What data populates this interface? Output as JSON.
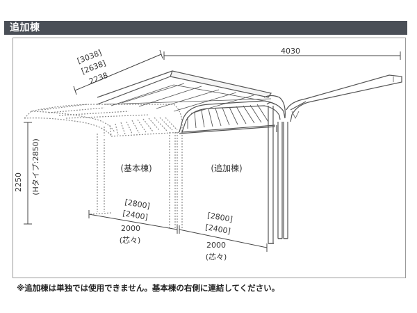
{
  "header": {
    "title": "追加棟"
  },
  "diagram": {
    "top_dims": {
      "d1": "[3038]",
      "d2": "[2638]",
      "d3": "2238"
    },
    "width_total": "4030",
    "height_main": "2250",
    "height_h": "(Hタイプ:2850)",
    "base_label": "(基本棟)",
    "add_label": "(追加棟)",
    "base_bottom": {
      "b1": "[2800]",
      "b2": "[2400]",
      "b3": "2000",
      "b4": "(芯々)"
    },
    "add_bottom": {
      "b1": "[2800]",
      "b2": "[2400]",
      "b3": "2000",
      "b4": "(芯々)"
    }
  },
  "footnote": "※追加棟は単独では使用できません。基本棟の右側に連結してください。"
}
